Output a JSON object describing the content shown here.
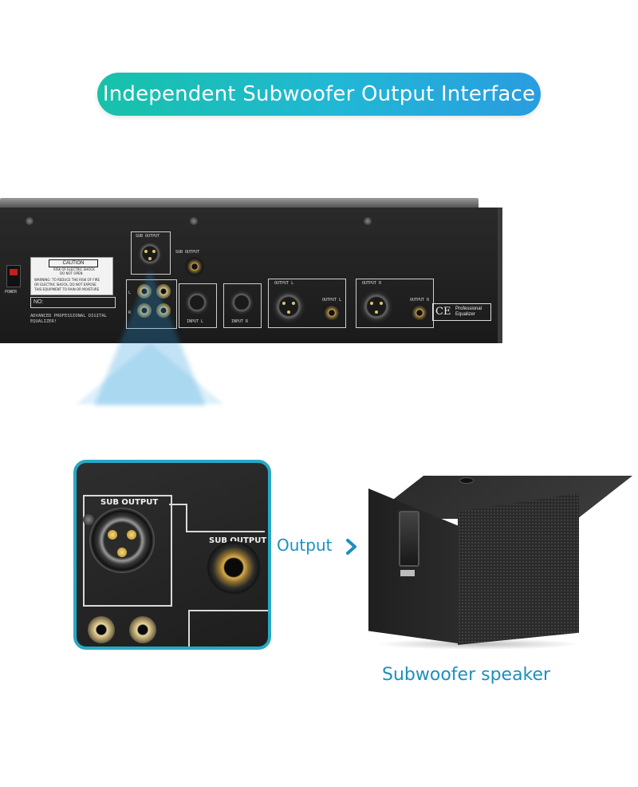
{
  "title": "Independent Subwoofer Output Interface",
  "rear_panel": {
    "sub_output_label": "SUB OUTPUT",
    "sub_output_jack_label": "SUB OUTPUT",
    "caution_title": "CAUTION",
    "caution_lines": [
      "RISK OF ELECTRIC SHOCK",
      "DO NOT OPEN",
      "WARNING: TO REDUCE THE RISK OF FIRE",
      "OR ELECTRIC SHOCK, DO NOT EXPOSE",
      "THIS EQUIPMENT TO RAIN OR MOISTURE"
    ],
    "serial_label": "NO:",
    "product_name_lines": [
      "ADVANCED PROFESSIONAL DIGITAL",
      "EQUALIZER!"
    ],
    "power_label": "POWER",
    "input_l_label": "INPUT L",
    "input_r_label": "INPUT R",
    "output_l_xlr_label": "OUTPUT L",
    "output_l_jack_label": "OUTPUT L",
    "output_r_xlr_label": "OUTPUT R",
    "output_r_jack_label": "OUTPUT R",
    "rca_l_label": "L",
    "rca_r_label": "R",
    "ce_mark": "CE",
    "ce_text_lines": [
      "Professional",
      "Equalizer"
    ]
  },
  "closeup": {
    "xlr_label": "SUB OUTPUT",
    "jack_label": "SUB OUTPUT"
  },
  "output_label": "Output",
  "speaker_caption": "Subwoofer speaker",
  "colors": {
    "accent": "#1c8fc0",
    "pill_start": "#17c2a8",
    "pill_end": "#2a9ce0",
    "frame": "#28a8c6"
  },
  "icons": {
    "arrow": "chevron-right-icon"
  }
}
